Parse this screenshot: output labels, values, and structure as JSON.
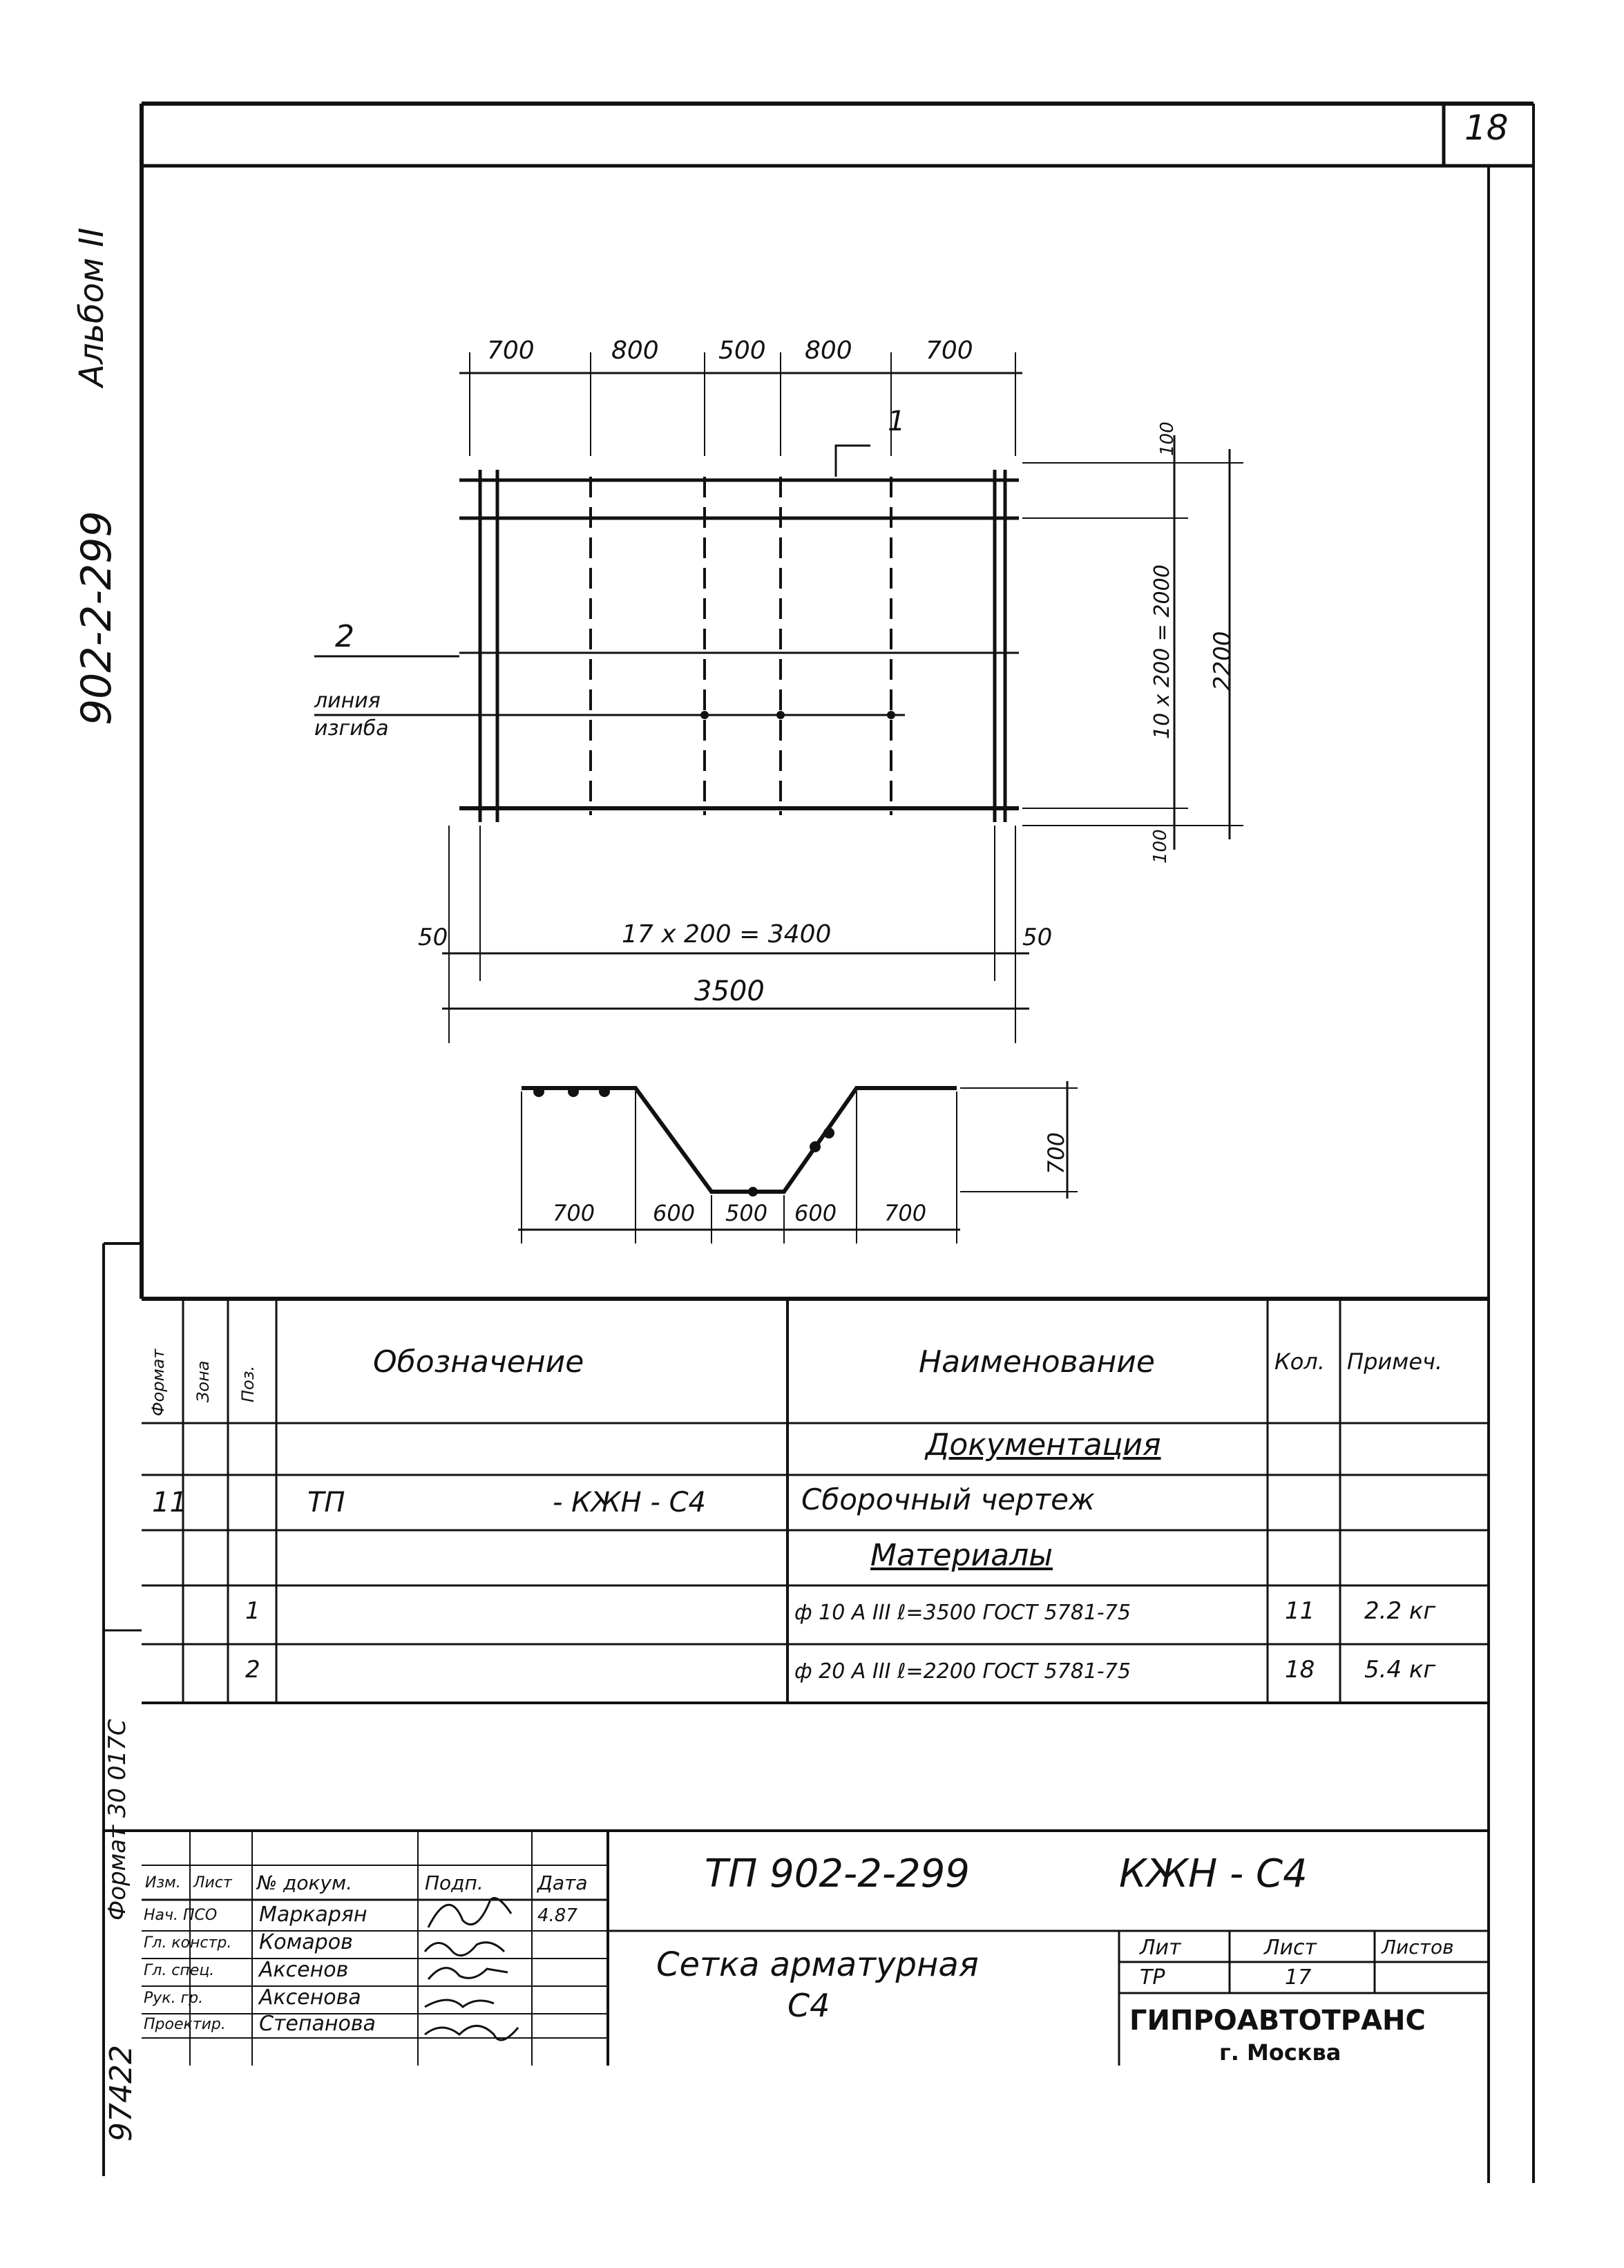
{
  "sheet_number": "18",
  "side_labels": {
    "album": "Альбом II",
    "project": "902-2-299",
    "format": "Формат 30 017С",
    "inventory": "97422"
  },
  "plan": {
    "top_dims": [
      "700",
      "800",
      "500",
      "800",
      "700"
    ],
    "pos1": "1",
    "pos2": "2",
    "bend_line": [
      "линия",
      "изгиба"
    ],
    "right_dims": [
      "100",
      "10 x 200 = 2000",
      "2200",
      "100"
    ],
    "bottom_left": "50",
    "bottom_mid": "17 x 200 = 3400",
    "bottom_right": "50",
    "total": "3500"
  },
  "section": {
    "dims": [
      "700",
      "600",
      "500",
      "600",
      "700"
    ],
    "height": "700"
  },
  "spec": {
    "headers": {
      "format": "Формат",
      "zone": "Зона",
      "pos": "Поз.",
      "designation": "Обозначение",
      "name": "Наименование",
      "qty": "Кол.",
      "note": "Примеч."
    },
    "rows": [
      {
        "format": "",
        "pos": "",
        "designation": "",
        "designation_suffix": "",
        "name": "Документация",
        "qty": "",
        "note": ""
      },
      {
        "format": "11",
        "pos": "",
        "designation": "ТП",
        "designation_suffix": "- КЖН - С4",
        "name": "Сборочный чертеж",
        "qty": "",
        "note": ""
      },
      {
        "format": "",
        "pos": "",
        "designation": "",
        "designation_suffix": "",
        "name": "Материалы",
        "qty": "",
        "note": ""
      },
      {
        "format": "",
        "pos": "1",
        "designation": "",
        "designation_suffix": "",
        "name": "ф 10 А III  ℓ=3500 ГОСТ 5781-75",
        "qty": "11",
        "note": "2.2 кг"
      },
      {
        "format": "",
        "pos": "2",
        "designation": "",
        "designation_suffix": "",
        "name": "ф 20 А III  ℓ=2200 ГОСТ 5781-75",
        "qty": "18",
        "note": "5.4 кг"
      }
    ]
  },
  "title_block": {
    "code": "ТП 902-2-299",
    "code_suffix": "КЖН - С4",
    "col_headers": [
      "Изм.",
      "Лист",
      "№ докум.",
      "Подп.",
      "Дата"
    ],
    "roles": [
      "Нач. ПСО",
      "Гл. констр.",
      "Гл. спец.",
      "Рук. гр.",
      "Проектир."
    ],
    "names": [
      "Маркарян",
      "Комаров",
      "Аксенов",
      "Аксенова",
      "Степанова"
    ],
    "date": "4.87",
    "title_line1": "Сетка арматурная",
    "title_line2": "С4",
    "stage_header": "Лит",
    "sheet_header": "Лист",
    "sheets_header": "Листов",
    "stage": "ТР",
    "sheet": "17",
    "sheets": "",
    "org": "ГИПРОАВТОТРАНС",
    "city": "г. Москва"
  }
}
